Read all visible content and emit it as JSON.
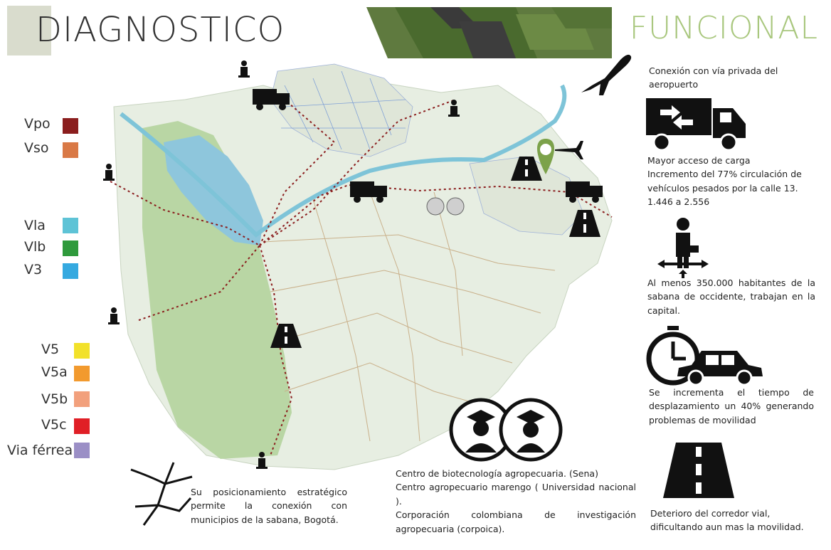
{
  "header": {
    "title_left": "DIAGNOSTICO",
    "title_right": "FUNCIONAL"
  },
  "legend": [
    {
      "label": "Vpo",
      "color": "#8b1e1e"
    },
    {
      "label": "Vso",
      "color": "#d97946"
    },
    {
      "label": "Vla",
      "color": "#5ec3d6"
    },
    {
      "label": "Vlb",
      "color": "#2f9a3c"
    },
    {
      "label": "V3",
      "color": "#35a9e0"
    },
    {
      "label": "V5",
      "color": "#f2e12a"
    },
    {
      "label": "V5a",
      "color": "#f29a2e"
    },
    {
      "label": "V5b",
      "color": "#f2a07c"
    },
    {
      "label": "V5c",
      "color": "#e01f26"
    },
    {
      "label": "Via férrea",
      "color": "#9b8fc6"
    }
  ],
  "notes": {
    "airport": "Conexión con vía privada del aeropuerto",
    "cargo_1": "Mayor acceso de carga",
    "cargo_2": "Incremento del 77% circulación de vehículos pesados por la calle 13.",
    "cargo_3": "1.446 a 2.556",
    "people": "Al menos 350.000 habitantes de la sabana de occidente, trabajan en la capital.",
    "time": "Se incrementa el tiempo de desplazamiento un 40% generando problemas de movilidad",
    "road": "Deterioro del corredor vial, dificultando aun mas la movilidad.",
    "position": "Su posicionamiento estratégico permite la conexión con municipios de la sabana, Bogotá.",
    "edu_1": "Centro de biotecnología agropecuaria. (Sena)",
    "edu_2": "Centro agropecuario marengo ( Universidad nacional ).",
    "edu_3": "Corporación colombiana de investigación agropecuaria (corpoica)."
  },
  "icons": [
    "airplane-icon",
    "truck-icon",
    "worker-icon",
    "clock-icon",
    "car-icon",
    "road-icon",
    "graduate-icon",
    "location-pin-icon"
  ]
}
